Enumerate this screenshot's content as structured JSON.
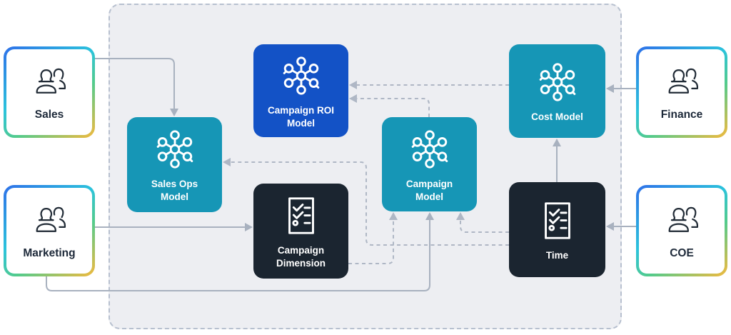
{
  "cards": {
    "sales": {
      "label": "Sales",
      "icon": "people-icon"
    },
    "marketing": {
      "label": "Marketing",
      "icon": "people-icon"
    },
    "finance": {
      "label": "Finance",
      "icon": "people-icon"
    },
    "coe": {
      "label": "COE",
      "icon": "people-icon"
    }
  },
  "nodes": {
    "campaign_roi": {
      "label": "Campaign ROI Model",
      "type": "model",
      "icon": "network-model-icon",
      "color": "#1352C6"
    },
    "sales_ops": {
      "label": "Sales Ops Model",
      "type": "model",
      "icon": "network-model-icon",
      "color": "#1696B6"
    },
    "campaign_model": {
      "label": "Campaign Model",
      "type": "model",
      "icon": "network-model-icon",
      "color": "#1696B6"
    },
    "cost_model": {
      "label": "Cost Model",
      "type": "model",
      "icon": "network-model-icon",
      "color": "#1696B6"
    },
    "campaign_dimension": {
      "label": "Campaign Dimension",
      "type": "dimension",
      "icon": "checklist-icon",
      "color": "#1B2530"
    },
    "time": {
      "label": "Time",
      "type": "dimension",
      "icon": "checklist-icon",
      "color": "#1B2530"
    }
  },
  "connections": [
    {
      "from": "Sales",
      "to": "Sales Ops Model",
      "style": "solid"
    },
    {
      "from": "Marketing",
      "to": "Campaign Dimension",
      "style": "solid"
    },
    {
      "from": "Marketing",
      "to": "Campaign Model",
      "style": "solid"
    },
    {
      "from": "Finance",
      "to": "Cost Model",
      "style": "solid"
    },
    {
      "from": "COE",
      "to": "Time",
      "style": "solid"
    },
    {
      "from": "Time",
      "to": "Cost Model",
      "style": "solid"
    },
    {
      "from": "Cost Model",
      "to": "Campaign ROI Model",
      "style": "dashed"
    },
    {
      "from": "Campaign Model",
      "to": "Campaign ROI Model",
      "style": "dashed"
    },
    {
      "from": "Time",
      "to": "Sales Ops Model",
      "style": "dashed"
    },
    {
      "from": "Time",
      "to": "Campaign Model",
      "style": "dashed"
    },
    {
      "from": "Campaign Dimension",
      "to": "Campaign Model",
      "style": "dashed"
    }
  ],
  "colors": {
    "teal_node": "#1696B6",
    "blue_node": "#1352C6",
    "dark_node": "#1B2530",
    "zone_fill": "#EDEEF2",
    "zone_border": "#B7C0CF",
    "connector_gray": "#A8B1BF",
    "card_text": "#1D2939",
    "card_border_gradient": [
      "#2E6FE9",
      "#2BC3DC",
      "#52CB8C",
      "#F4B93C"
    ]
  }
}
